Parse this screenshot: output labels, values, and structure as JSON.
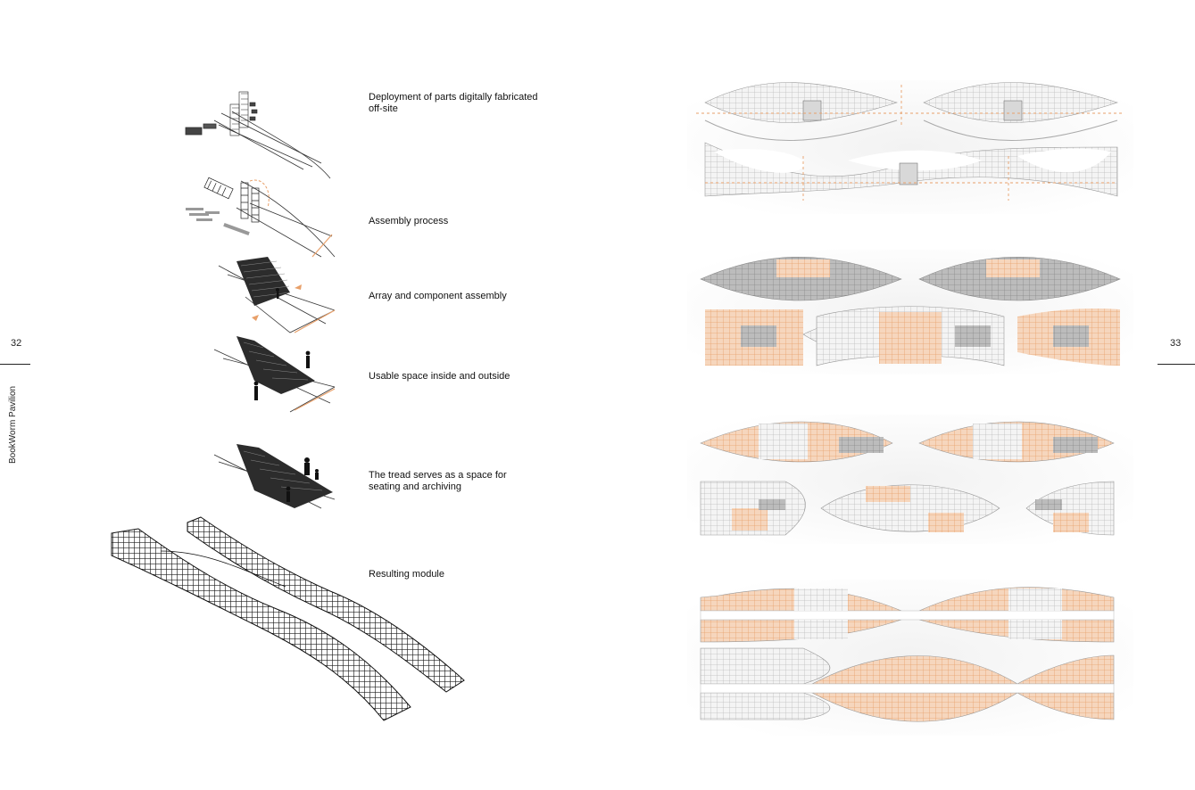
{
  "left_page": {
    "page_number": "32",
    "running_title": "BookWorm Pavilion",
    "captions": [
      "Deployment of parts digitally fabricated off-site",
      "Assembly process",
      "Array and component assembly",
      "Usable space inside and outside",
      "The tread serves as a space for seating and archiving",
      "Resulting module"
    ]
  },
  "right_page": {
    "page_number": "33"
  },
  "colors": {
    "accent_orange": "#e8a06a",
    "shelf_grey": "#cfcfcf",
    "ink": "#1a1a1a"
  }
}
